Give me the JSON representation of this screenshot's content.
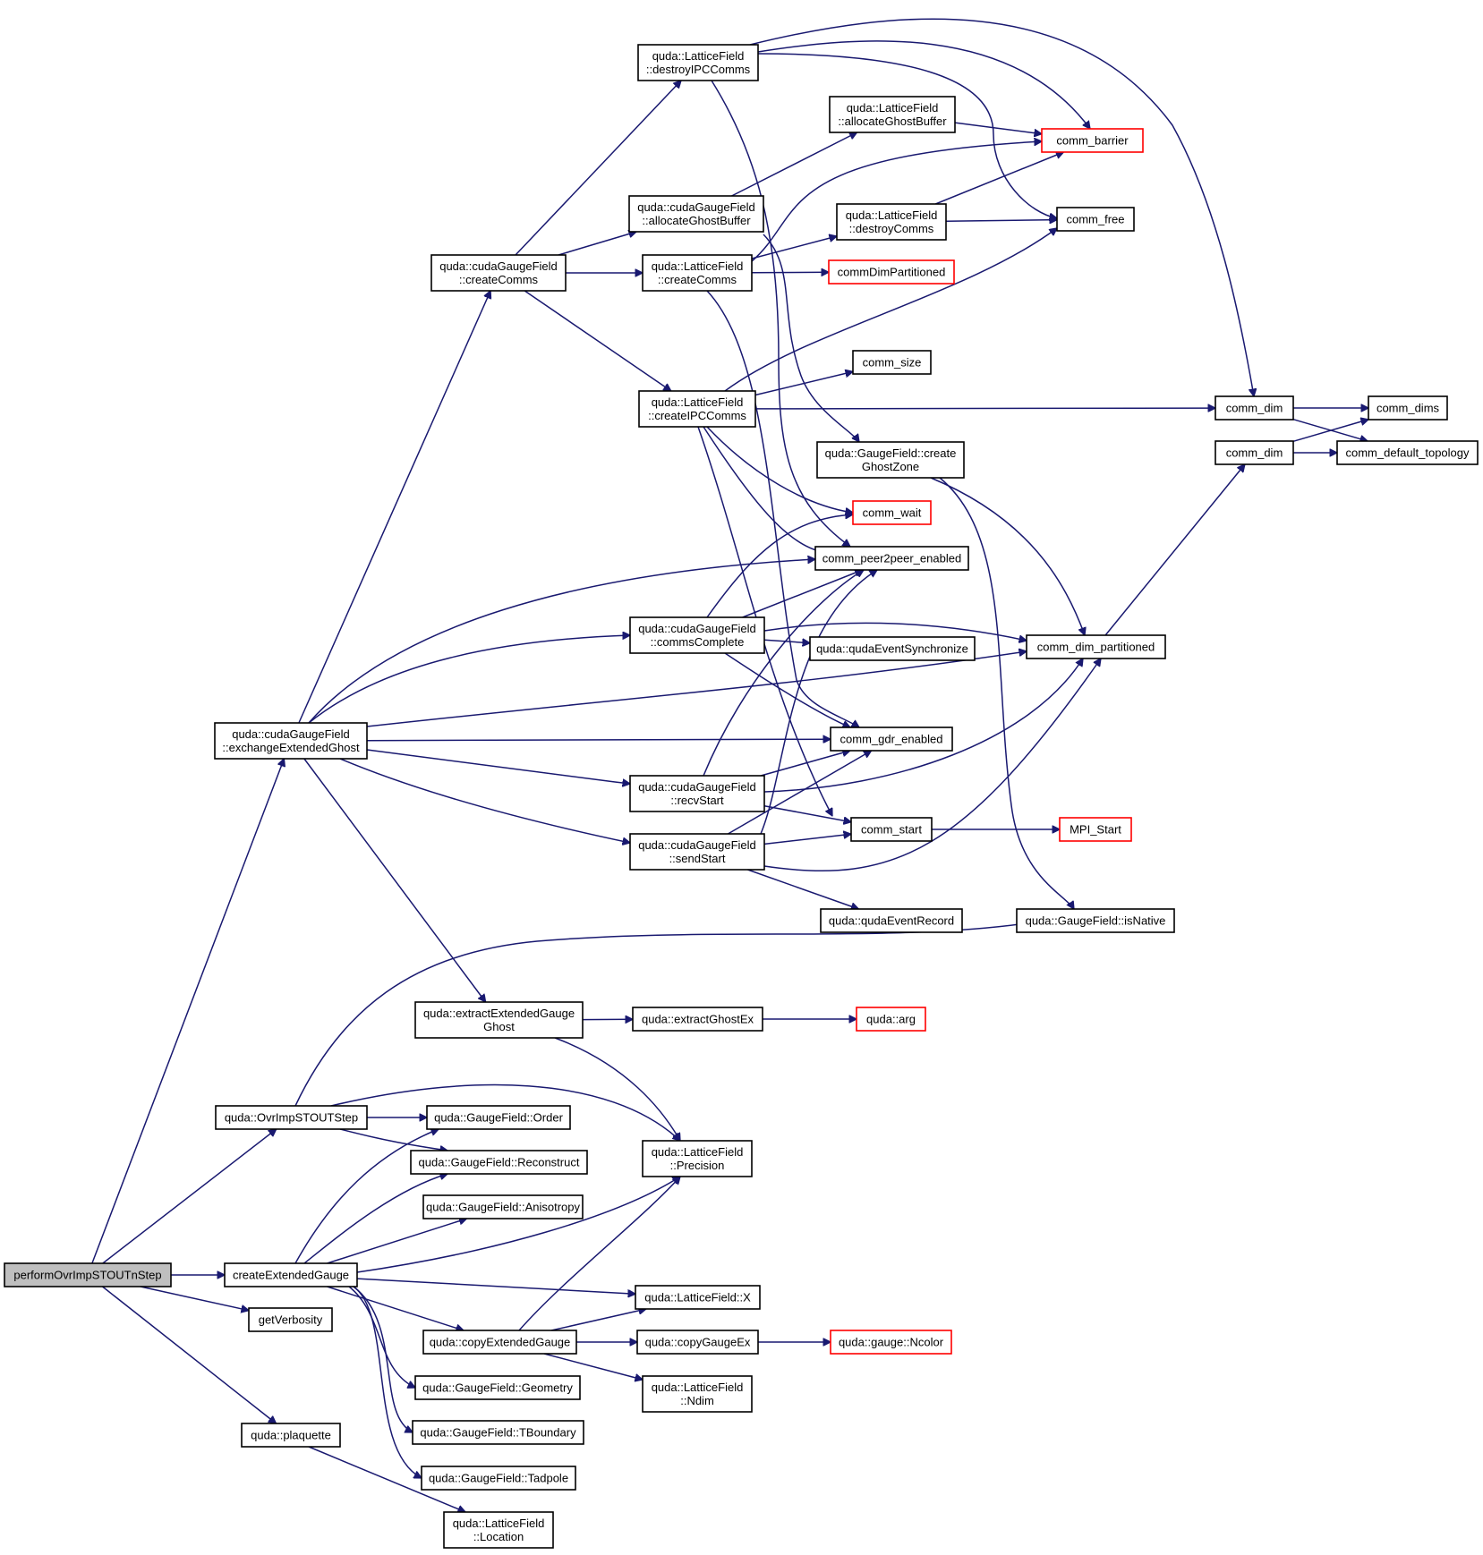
{
  "graph": {
    "colors": {
      "edge": "#191970",
      "box_border": "#000000",
      "truncated_border": "#ff0000",
      "root_fill": "#bfbfbf"
    },
    "nodes": [
      {
        "id": "performOvrImpSTOUTnStep",
        "lines": [
          "performOvrImpSTOUTnStep"
        ],
        "style": "root"
      },
      {
        "id": "createExtendedGauge",
        "lines": [
          "createExtendedGauge"
        ]
      },
      {
        "id": "getVerbosity",
        "lines": [
          "getVerbosity"
        ]
      },
      {
        "id": "plaquette",
        "lines": [
          "quda::plaquette"
        ]
      },
      {
        "id": "OvrImpSTOUTStep",
        "lines": [
          "quda::OvrImpSTOUTStep"
        ]
      },
      {
        "id": "exchangeExtendedGhost",
        "lines": [
          "quda::cudaGaugeField",
          "::exchangeExtendedGhost"
        ]
      },
      {
        "id": "cgf_createComms",
        "lines": [
          "quda::cudaGaugeField",
          "::createComms"
        ]
      },
      {
        "id": "destroyIPCComms",
        "lines": [
          "quda::LatticeField",
          "::destroyIPCComms"
        ]
      },
      {
        "id": "cgf_allocateGhostBuffer",
        "lines": [
          "quda::cudaGaugeField",
          "::allocateGhostBuffer"
        ]
      },
      {
        "id": "lf_createComms",
        "lines": [
          "quda::LatticeField",
          "::createComms"
        ]
      },
      {
        "id": "createIPCComms",
        "lines": [
          "quda::LatticeField",
          "::createIPCComms"
        ]
      },
      {
        "id": "lf_allocateGhostBuffer",
        "lines": [
          "quda::LatticeField",
          "::allocateGhostBuffer"
        ]
      },
      {
        "id": "lf_destroyComms",
        "lines": [
          "quda::LatticeField",
          "::destroyComms"
        ]
      },
      {
        "id": "commDimPartitioned",
        "lines": [
          "commDimPartitioned"
        ],
        "style": "red"
      },
      {
        "id": "comm_size",
        "lines": [
          "comm_size"
        ]
      },
      {
        "id": "createGhostZone",
        "lines": [
          "quda::GaugeField::create",
          "GhostZone"
        ]
      },
      {
        "id": "comm_wait",
        "lines": [
          "comm_wait"
        ],
        "style": "red"
      },
      {
        "id": "comm_peer2peer_enabled",
        "lines": [
          "comm_peer2peer_enabled"
        ]
      },
      {
        "id": "commsComplete",
        "lines": [
          "quda::cudaGaugeField",
          "::commsComplete"
        ]
      },
      {
        "id": "qudaEventSynchronize",
        "lines": [
          "quda::qudaEventSynchronize"
        ]
      },
      {
        "id": "comm_gdr_enabled",
        "lines": [
          "comm_gdr_enabled"
        ]
      },
      {
        "id": "recvStart",
        "lines": [
          "quda::cudaGaugeField",
          "::recvStart"
        ]
      },
      {
        "id": "sendStart",
        "lines": [
          "quda::cudaGaugeField",
          "::sendStart"
        ]
      },
      {
        "id": "comm_start",
        "lines": [
          "comm_start"
        ]
      },
      {
        "id": "qudaEventRecord",
        "lines": [
          "quda::qudaEventRecord"
        ]
      },
      {
        "id": "comm_barrier",
        "lines": [
          "comm_barrier"
        ],
        "style": "red"
      },
      {
        "id": "comm_free",
        "lines": [
          "comm_free"
        ]
      },
      {
        "id": "comm_dim_1",
        "lines": [
          "comm_dim"
        ]
      },
      {
        "id": "comm_dim_2",
        "lines": [
          "comm_dim"
        ]
      },
      {
        "id": "comm_dims",
        "lines": [
          "comm_dims"
        ]
      },
      {
        "id": "comm_default_topology",
        "lines": [
          "comm_default_topology"
        ]
      },
      {
        "id": "comm_dim_partitioned",
        "lines": [
          "comm_dim_partitioned"
        ]
      },
      {
        "id": "MPI_Start",
        "lines": [
          "MPI_Start"
        ],
        "style": "red"
      },
      {
        "id": "isNative",
        "lines": [
          "quda::GaugeField::isNative"
        ]
      },
      {
        "id": "extractExtendedGaugeGhost",
        "lines": [
          "quda::extractExtendedGauge",
          "Ghost"
        ]
      },
      {
        "id": "extractGhostEx",
        "lines": [
          "quda::extractGhostEx"
        ]
      },
      {
        "id": "arg",
        "lines": [
          "quda::arg"
        ],
        "style": "red"
      },
      {
        "id": "Order",
        "lines": [
          "quda::GaugeField::Order"
        ]
      },
      {
        "id": "Reconstruct",
        "lines": [
          "quda::GaugeField::Reconstruct"
        ]
      },
      {
        "id": "Anisotropy",
        "lines": [
          "quda::GaugeField::Anisotropy"
        ]
      },
      {
        "id": "Precision",
        "lines": [
          "quda::LatticeField",
          "::Precision"
        ]
      },
      {
        "id": "LF_X",
        "lines": [
          "quda::LatticeField::X"
        ]
      },
      {
        "id": "copyExtendedGauge",
        "lines": [
          "quda::copyExtendedGauge"
        ]
      },
      {
        "id": "copyGaugeEx",
        "lines": [
          "quda::copyGaugeEx"
        ]
      },
      {
        "id": "Ncolor",
        "lines": [
          "quda::gauge::Ncolor"
        ],
        "style": "red"
      },
      {
        "id": "Ndim",
        "lines": [
          "quda::LatticeField",
          "::Ndim"
        ]
      },
      {
        "id": "Geometry",
        "lines": [
          "quda::GaugeField::Geometry"
        ]
      },
      {
        "id": "TBoundary",
        "lines": [
          "quda::GaugeField::TBoundary"
        ]
      },
      {
        "id": "Tadpole",
        "lines": [
          "quda::GaugeField::Tadpole"
        ]
      },
      {
        "id": "Location",
        "lines": [
          "quda::LatticeField",
          "::Location"
        ]
      }
    ],
    "edges": [
      [
        "performOvrImpSTOUTnStep",
        "exchangeExtendedGhost"
      ],
      [
        "performOvrImpSTOUTnStep",
        "OvrImpSTOUTStep"
      ],
      [
        "performOvrImpSTOUTnStep",
        "createExtendedGauge"
      ],
      [
        "performOvrImpSTOUTnStep",
        "getVerbosity"
      ],
      [
        "performOvrImpSTOUTnStep",
        "plaquette"
      ],
      [
        "exchangeExtendedGhost",
        "cgf_createComms"
      ],
      [
        "exchangeExtendedGhost",
        "comm_peer2peer_enabled"
      ],
      [
        "exchangeExtendedGhost",
        "commsComplete"
      ],
      [
        "exchangeExtendedGhost",
        "comm_dim_partitioned"
      ],
      [
        "exchangeExtendedGhost",
        "comm_gdr_enabled"
      ],
      [
        "exchangeExtendedGhost",
        "recvStart"
      ],
      [
        "exchangeExtendedGhost",
        "sendStart"
      ],
      [
        "exchangeExtendedGhost",
        "extractExtendedGaugeGhost"
      ],
      [
        "cgf_createComms",
        "destroyIPCComms"
      ],
      [
        "cgf_createComms",
        "cgf_allocateGhostBuffer"
      ],
      [
        "cgf_createComms",
        "lf_createComms"
      ],
      [
        "cgf_createComms",
        "createIPCComms"
      ],
      [
        "destroyIPCComms",
        "comm_barrier"
      ],
      [
        "destroyIPCComms",
        "comm_free"
      ],
      [
        "destroyIPCComms",
        "comm_dim_1"
      ],
      [
        "destroyIPCComms",
        "comm_peer2peer_enabled"
      ],
      [
        "cgf_allocateGhostBuffer",
        "lf_allocateGhostBuffer"
      ],
      [
        "cgf_allocateGhostBuffer",
        "createGhostZone"
      ],
      [
        "lf_allocateGhostBuffer",
        "comm_barrier"
      ],
      [
        "lf_createComms",
        "lf_destroyComms"
      ],
      [
        "lf_createComms",
        "comm_barrier"
      ],
      [
        "lf_createComms",
        "commDimPartitioned"
      ],
      [
        "lf_createComms",
        "comm_gdr_enabled"
      ],
      [
        "lf_destroyComms",
        "comm_barrier"
      ],
      [
        "lf_destroyComms",
        "comm_free"
      ],
      [
        "createIPCComms",
        "comm_free"
      ],
      [
        "createIPCComms",
        "comm_size"
      ],
      [
        "createIPCComms",
        "comm_dim_1"
      ],
      [
        "createIPCComms",
        "comm_wait"
      ],
      [
        "createIPCComms",
        "comm_peer2peer_enabled"
      ],
      [
        "createIPCComms",
        "comm_start"
      ],
      [
        "comm_dim_1",
        "comm_dims"
      ],
      [
        "comm_dim_1",
        "comm_default_topology"
      ],
      [
        "comm_dim_2",
        "comm_dims"
      ],
      [
        "comm_dim_2",
        "comm_default_topology"
      ],
      [
        "createGhostZone",
        "comm_dim_partitioned"
      ],
      [
        "createGhostZone",
        "isNative"
      ],
      [
        "comm_dim_partitioned",
        "comm_dim_2"
      ],
      [
        "commsComplete",
        "comm_wait"
      ],
      [
        "commsComplete",
        "comm_peer2peer_enabled"
      ],
      [
        "commsComplete",
        "comm_dim_partitioned"
      ],
      [
        "commsComplete",
        "qudaEventSynchronize"
      ],
      [
        "commsComplete",
        "comm_gdr_enabled"
      ],
      [
        "recvStart",
        "comm_peer2peer_enabled"
      ],
      [
        "recvStart",
        "comm_dim_partitioned"
      ],
      [
        "recvStart",
        "comm_gdr_enabled"
      ],
      [
        "recvStart",
        "comm_start"
      ],
      [
        "sendStart",
        "comm_peer2peer_enabled"
      ],
      [
        "sendStart",
        "comm_gdr_enabled"
      ],
      [
        "sendStart",
        "comm_start"
      ],
      [
        "sendStart",
        "comm_dim_partitioned"
      ],
      [
        "sendStart",
        "qudaEventRecord"
      ],
      [
        "comm_start",
        "MPI_Start"
      ],
      [
        "OvrImpSTOUTStep",
        "isNative"
      ],
      [
        "OvrImpSTOUTStep",
        "Order"
      ],
      [
        "OvrImpSTOUTStep",
        "Reconstruct"
      ],
      [
        "OvrImpSTOUTStep",
        "Precision"
      ],
      [
        "extractExtendedGaugeGhost",
        "extractGhostEx"
      ],
      [
        "extractExtendedGaugeGhost",
        "Precision"
      ],
      [
        "extractGhostEx",
        "arg"
      ],
      [
        "createExtendedGauge",
        "Order"
      ],
      [
        "createExtendedGauge",
        "Reconstruct"
      ],
      [
        "createExtendedGauge",
        "Anisotropy"
      ],
      [
        "createExtendedGauge",
        "Precision"
      ],
      [
        "createExtendedGauge",
        "LF_X"
      ],
      [
        "createExtendedGauge",
        "copyExtendedGauge"
      ],
      [
        "createExtendedGauge",
        "Geometry"
      ],
      [
        "createExtendedGauge",
        "TBoundary"
      ],
      [
        "createExtendedGauge",
        "Tadpole"
      ],
      [
        "copyExtendedGauge",
        "Precision"
      ],
      [
        "copyExtendedGauge",
        "LF_X"
      ],
      [
        "copyExtendedGauge",
        "copyGaugeEx"
      ],
      [
        "copyExtendedGauge",
        "Ndim"
      ],
      [
        "copyGaugeEx",
        "Ncolor"
      ],
      [
        "plaquette",
        "Location"
      ]
    ]
  }
}
